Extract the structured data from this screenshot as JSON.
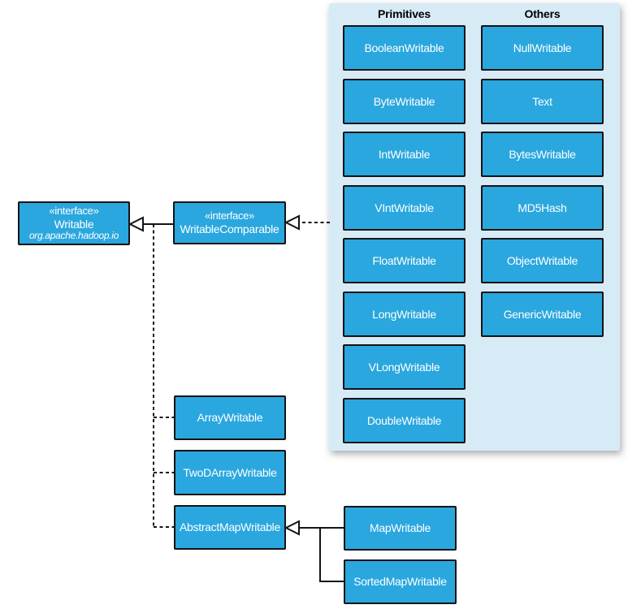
{
  "diagram_type": "uml-class-hierarchy",
  "colors": {
    "class_box_fill": "#2aa7de",
    "class_box_border": "#141414",
    "class_box_text": "#ffffff",
    "panel_fill": "#d7ebf7",
    "connector": "#141414",
    "background": "#ffffff"
  },
  "writable": {
    "stereotype": "«interface»",
    "name": "Writable",
    "package": "org.apache.hadoop.io"
  },
  "writable_comparable": {
    "stereotype": "«interface»",
    "name": "WritableComparable"
  },
  "panel": {
    "columns": [
      {
        "header": "Primitives",
        "items": [
          "BooleanWritable",
          "ByteWritable",
          "IntWritable",
          "VIntWritable",
          "FloatWritable",
          "LongWritable",
          "VLongWritable",
          "DoubleWritable"
        ]
      },
      {
        "header": "Others",
        "items": [
          "NullWritable",
          "Text",
          "BytesWritable",
          "MD5Hash",
          "ObjectWritable",
          "GenericWritable"
        ]
      }
    ]
  },
  "writable_implementors": [
    "ArrayWritable",
    "TwoDArrayWritable",
    "AbstractMapWritable"
  ],
  "map_subclasses": [
    "MapWritable",
    "SortedMapWritable"
  ]
}
